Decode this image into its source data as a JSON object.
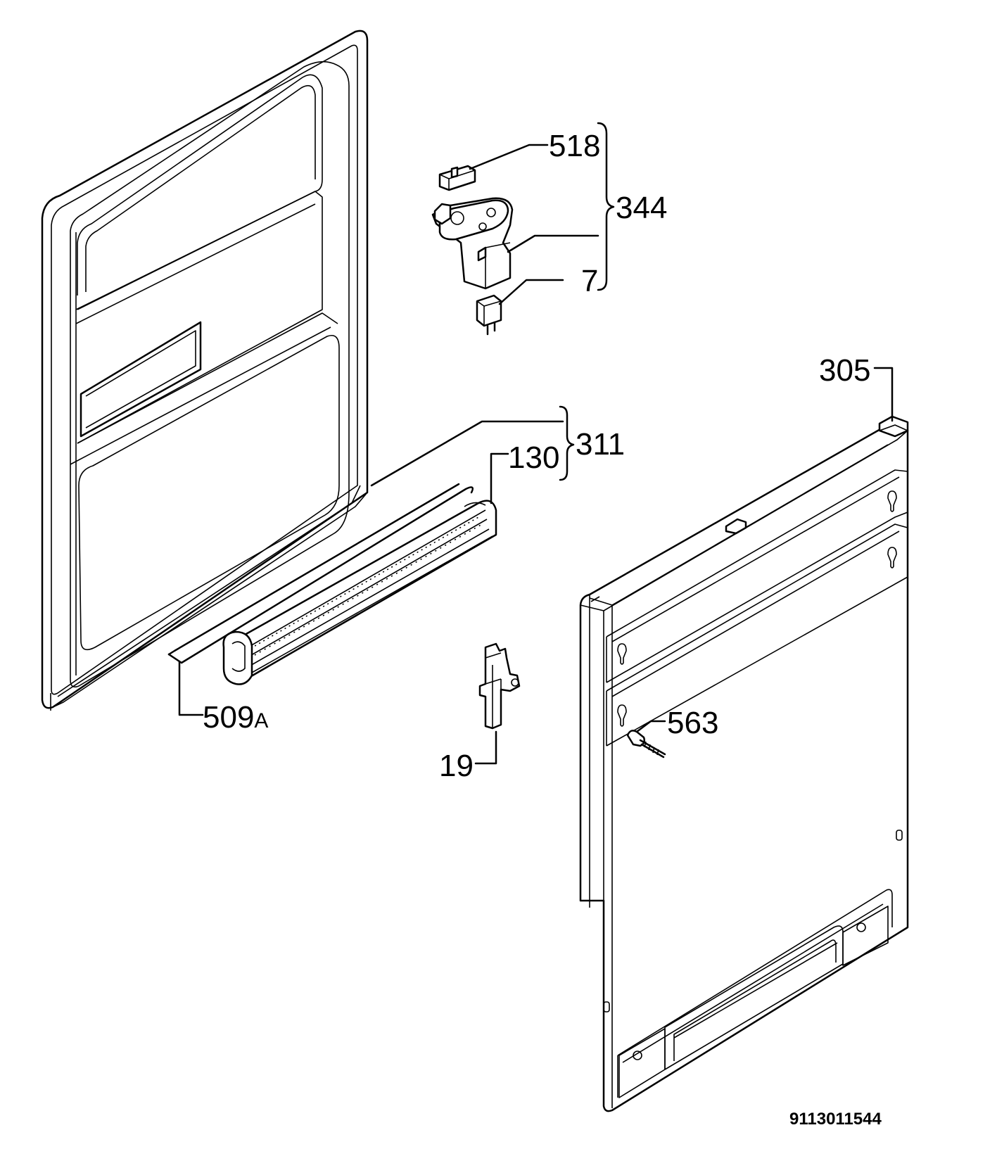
{
  "callouts": {
    "c518": "518",
    "c344": "344",
    "c7": "7",
    "c305": "305",
    "c311": "311",
    "c130": "130",
    "c509_num": "509",
    "c509_suffix": "A",
    "c563": "563",
    "c19": "19"
  },
  "document_number": "9113011544"
}
